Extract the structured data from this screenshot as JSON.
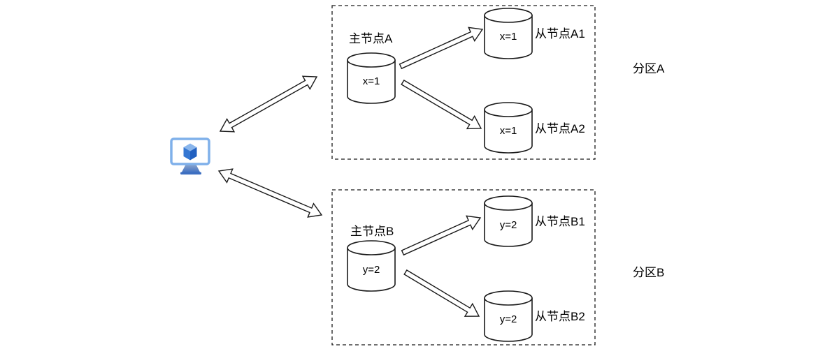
{
  "client": {
    "icon": "computer-cube-icon"
  },
  "colors": {
    "line": "#1a1a1a",
    "monitor_frame": "#7fb0ea",
    "monitor_screen": "#ffffff",
    "cube_top": "#8ab6ec",
    "cube_left": "#3577d2",
    "cube_right": "#2160c0",
    "stand_top": "#93a9c9",
    "stand_bottom": "#3d6fc1"
  },
  "partition_a": {
    "label": "分区A",
    "master": {
      "label": "主节点A",
      "value": "x=1"
    },
    "slaves": [
      {
        "label": "从节点A1",
        "value": "x=1"
      },
      {
        "label": "从节点A2",
        "value": "x=1"
      }
    ]
  },
  "partition_b": {
    "label": "分区B",
    "master": {
      "label": "主节点B",
      "value": "y=2"
    },
    "slaves": [
      {
        "label": "从节点B1",
        "value": "y=2"
      },
      {
        "label": "从节点B2",
        "value": "y=2"
      }
    ]
  }
}
